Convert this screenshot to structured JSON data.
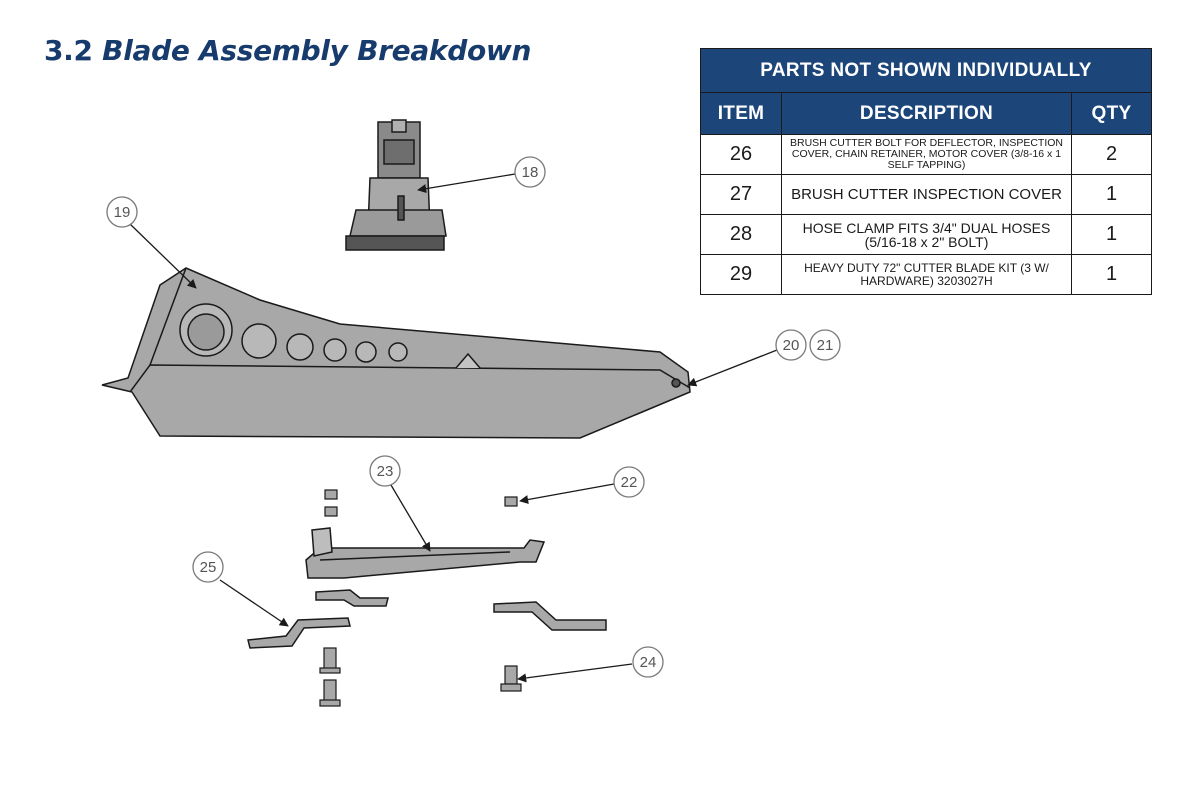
{
  "title": {
    "number": "3.2",
    "text": "Blade Assembly Breakdown"
  },
  "table": {
    "caption": "PARTS NOT SHOWN INDIVIDUALLY",
    "headers": {
      "item": "ITEM",
      "description": "DESCRIPTION",
      "qty": "QTY"
    },
    "rows": [
      {
        "item": "26",
        "description": "BRUSH CUTTER BOLT FOR DEFLECTOR, INSPECTION COVER, CHAIN RETAINER, MOTOR COVER (3/8-16 x 1 SELF TAPPING)",
        "qty": "2"
      },
      {
        "item": "27",
        "description": "BRUSH CUTTER INSPECTION COVER",
        "qty": "1"
      },
      {
        "item": "28",
        "description": "HOSE CLAMP FITS 3/4\" DUAL HOSES (5/16-18 x 2\" BOLT)",
        "qty": "1"
      },
      {
        "item": "29",
        "description": "HEAVY DUTY 72\" CUTTER BLADE KIT (3 W/ HARDWARE) 3203027H",
        "qty": "1"
      }
    ]
  },
  "callouts": {
    "c18": "18",
    "c19": "19",
    "c20": "20",
    "c21": "21",
    "c22": "22",
    "c23": "23",
    "c24": "24",
    "c25": "25"
  },
  "colors": {
    "title": "#173b6c",
    "table_header": "#1c4579",
    "part_fill": "#a8a8a8"
  }
}
